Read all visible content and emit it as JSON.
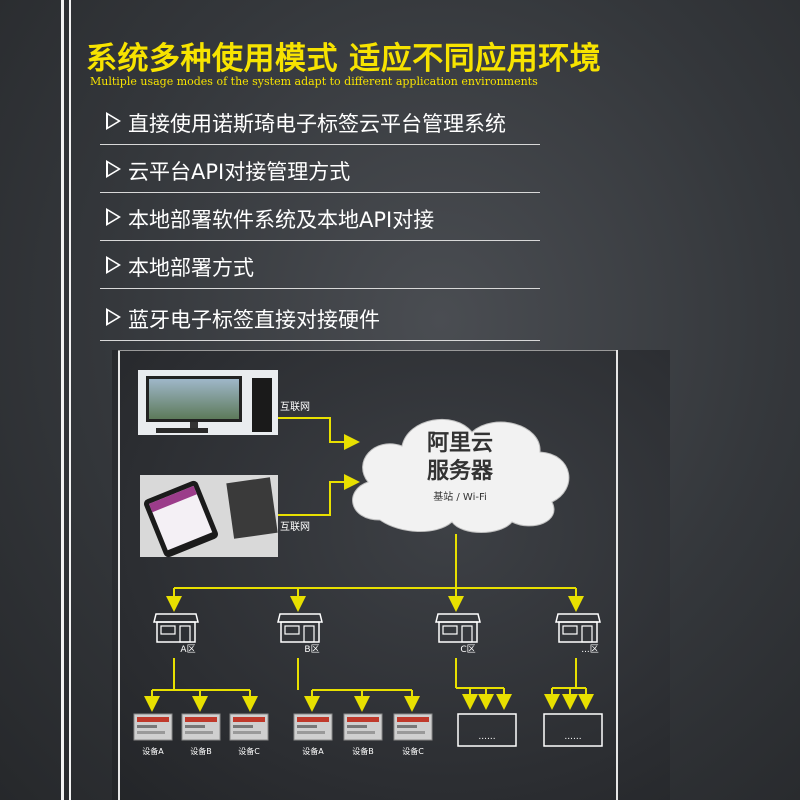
{
  "header": {
    "title": "系统多种使用模式 适应不同应用环境",
    "subtitle": "Multiple usage modes of the system adapt to different application environments"
  },
  "features": [
    {
      "label": "直接使用诺斯琦电子标签云平台管理系统"
    },
    {
      "label": "云平台API对接管理方式"
    },
    {
      "label": "本地部署软件系统及本地API对接"
    },
    {
      "label": "本地部署方式"
    },
    {
      "label": "蓝牙电子标签直接对接硬件"
    }
  ],
  "diagram": {
    "cloud_line1": "阿里云",
    "cloud_line2": "服务器",
    "cloud_sub": "基站 / Wi-Fi",
    "link_label_top": "互联网",
    "link_label_bottom": "互联网",
    "zones": [
      "A区",
      "B区",
      "C区",
      "...区"
    ],
    "devices_a": [
      "设备A",
      "设备B",
      "设备C"
    ],
    "devices_b": [
      "设备A",
      "设备B",
      "设备C"
    ],
    "placeholder_c": "......",
    "placeholder_d": "......"
  },
  "colors": {
    "title": "#f7e300",
    "arrow": "#e8e000",
    "text": "#ffffff"
  }
}
